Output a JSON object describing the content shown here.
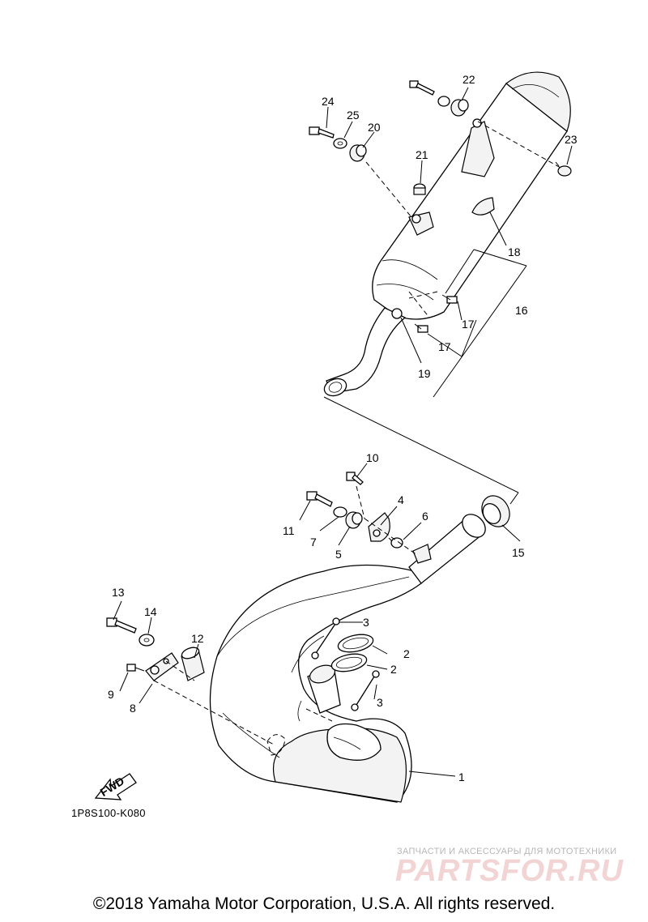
{
  "callouts": [
    {
      "id": "c1",
      "text": "1"
    },
    {
      "id": "c2a",
      "text": "2"
    },
    {
      "id": "c2b",
      "text": "2"
    },
    {
      "id": "c3a",
      "text": "3"
    },
    {
      "id": "c3b",
      "text": "3"
    },
    {
      "id": "c4",
      "text": "4"
    },
    {
      "id": "c5",
      "text": "5"
    },
    {
      "id": "c6",
      "text": "6"
    },
    {
      "id": "c7",
      "text": "7"
    },
    {
      "id": "c8",
      "text": "8"
    },
    {
      "id": "c9",
      "text": "9"
    },
    {
      "id": "c10",
      "text": "10"
    },
    {
      "id": "c11",
      "text": "11"
    },
    {
      "id": "c12",
      "text": "12"
    },
    {
      "id": "c13",
      "text": "13"
    },
    {
      "id": "c14",
      "text": "14"
    },
    {
      "id": "c15",
      "text": "15"
    },
    {
      "id": "c16",
      "text": "16"
    },
    {
      "id": "c17a",
      "text": "17"
    },
    {
      "id": "c17b",
      "text": "17"
    },
    {
      "id": "c18",
      "text": "18"
    },
    {
      "id": "c19",
      "text": "19"
    },
    {
      "id": "c20",
      "text": "20"
    },
    {
      "id": "c21",
      "text": "21"
    },
    {
      "id": "c22",
      "text": "22"
    },
    {
      "id": "c23",
      "text": "23"
    },
    {
      "id": "c24",
      "text": "24"
    },
    {
      "id": "c25",
      "text": "25"
    }
  ],
  "fwd_label": "FWD",
  "diagram_code": "1P8S100-K080",
  "watermark": {
    "tagline": "ЗАПЧАСТИ И АКСЕССУАРЫ ДЛЯ МОТОТЕХНИКИ",
    "logo": "PARTSFOR.RU"
  },
  "copyright": "©2018 Yamaha Motor Corporation, U.S.A. All rights reserved."
}
